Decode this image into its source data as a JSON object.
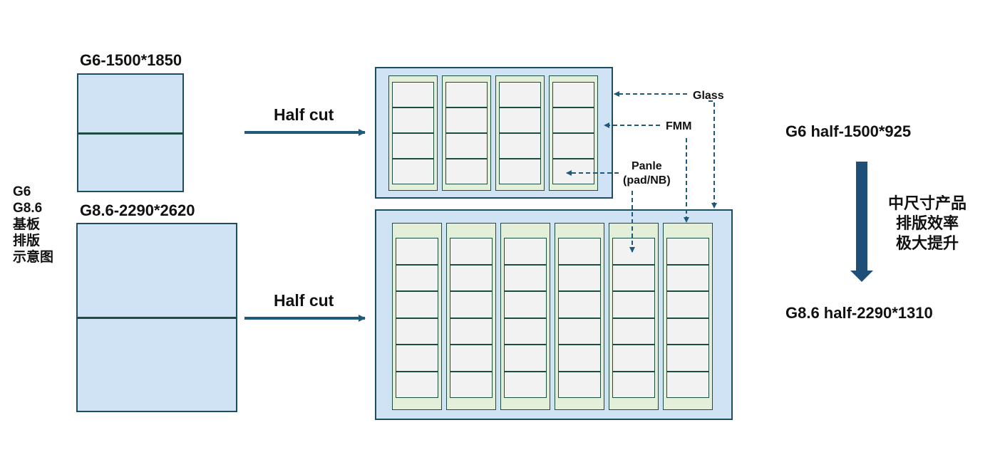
{
  "side_label": [
    "G6",
    "G8.6",
    "基板",
    "排版",
    "示意图"
  ],
  "substrates": [
    {
      "id": "g6",
      "label": "G6-1500*1850"
    },
    {
      "id": "g86",
      "label": "G8.6-2290*2620"
    }
  ],
  "half_cut_label": "Half cut",
  "annotations": {
    "glass": "Glass",
    "fmm": "FMM",
    "panel_line1": "Panle",
    "panel_line2": "(pad/NB)"
  },
  "layouts": [
    {
      "id": "g6-half",
      "label": "G6 half-1500*925",
      "fmm_columns": 4,
      "panels_per_column": 4
    },
    {
      "id": "g86-half",
      "label": "G8.6 half-2290*1310",
      "fmm_columns": 6,
      "panels_per_column": 6
    }
  ],
  "efficiency_note": [
    "中尺寸产品",
    "排版效率",
    "极大提升"
  ],
  "colors": {
    "substrate_fill": "#cfe3f5",
    "fmm_fill": "#e3efd9",
    "panel_fill": "#f2f2f2",
    "border": "#1d4d40",
    "arrow": "#1f5a7d"
  }
}
